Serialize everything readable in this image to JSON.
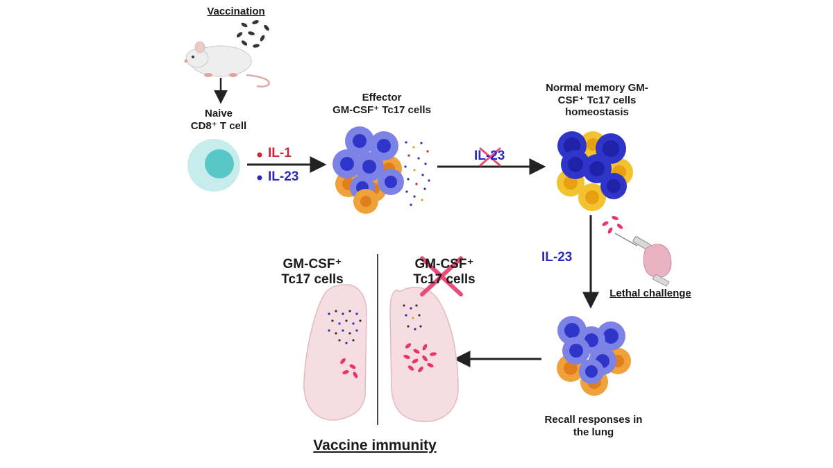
{
  "labels": {
    "vaccination": "Vaccination",
    "naive_line1": "Naive",
    "naive_line2": "CD8⁺ T cell",
    "effector_line1": "Effector",
    "effector_line2": "GM-CSF⁺ Tc17 cells",
    "memory_line1": "Normal memory GM-",
    "memory_line2": "CSF⁺ Tc17 cells",
    "memory_line3": "homeostasis",
    "il1": "IL-1",
    "il23_naive": "IL-23",
    "il23_crossed": "IL-23",
    "il23_recall": "IL-23",
    "lethal_challenge": "Lethal challenge",
    "recall_line1": "Recall responses in",
    "recall_line2": "the lung",
    "lung_left_line1": "GM-CSF⁺",
    "lung_left_line2": "Tc17 cells",
    "lung_right_line1": "GM-CSF⁺",
    "lung_right_line2": "Tc17 cells",
    "vaccine_immunity": "Vaccine immunity"
  },
  "colors": {
    "il1": "#cc2436",
    "il23": "#2b2bb8",
    "cross": "#e84d78",
    "pathogen": "#e8336e",
    "lung": "#f6dde1",
    "cell_blue_dark": "#2f35c9",
    "cell_blue_light": "#7d82e6",
    "cell_orange": "#f0a23a",
    "cell_yellow": "#f2c32e",
    "naive_cell": "#58c8c6"
  },
  "icons": {
    "vaccination": "mouse-icon",
    "lethal_challenge": "syringe-hand-icon",
    "naive": "naive-t-cell-icon"
  }
}
